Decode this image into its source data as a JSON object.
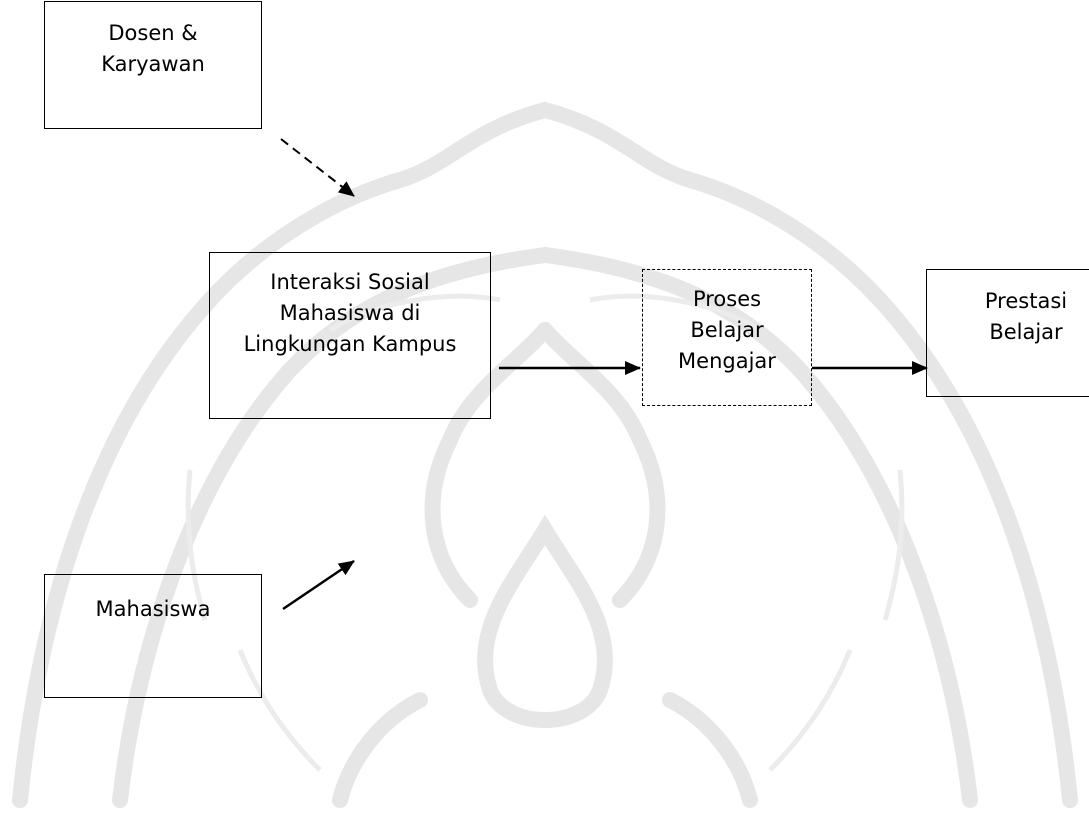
{
  "diagram": {
    "watermark": "universitas-seal-watermark",
    "nodes": [
      {
        "id": "dosen",
        "border": "solid",
        "lines": [
          "Dosen &",
          "Karyawan"
        ]
      },
      {
        "id": "interaksi",
        "border": "solid",
        "lines": [
          "Interaksi Sosial",
          "Mahasiswa di",
          "Lingkungan Kampus"
        ]
      },
      {
        "id": "proses",
        "border": "dashed",
        "lines": [
          "Proses",
          "Belajar",
          "Mengajar"
        ]
      },
      {
        "id": "prestasi",
        "border": "solid",
        "lines": [
          "Prestasi",
          "Belajar"
        ]
      },
      {
        "id": "mahasiswa",
        "border": "solid",
        "lines": [
          "Mahasiswa"
        ]
      }
    ],
    "edges": [
      {
        "from": "dosen",
        "to": "interaksi",
        "style": "dashed"
      },
      {
        "from": "mahasiswa",
        "to": "interaksi",
        "style": "solid"
      },
      {
        "from": "interaksi",
        "to": "proses",
        "style": "solid"
      },
      {
        "from": "proses",
        "to": "prestasi",
        "style": "solid"
      }
    ],
    "colors": {
      "line": "#000000",
      "watermark": "#e6e6e6",
      "background": "#ffffff"
    }
  }
}
